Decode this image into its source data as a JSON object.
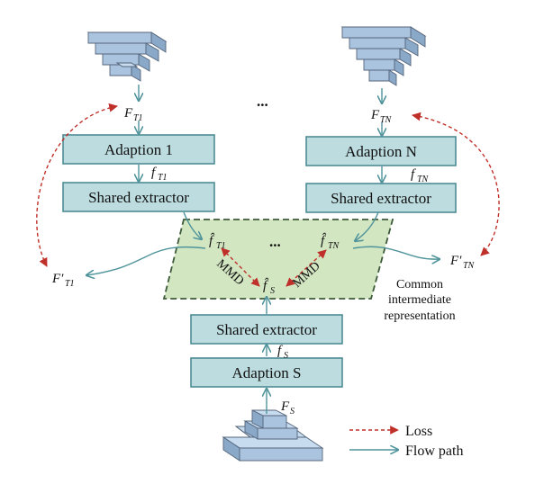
{
  "nodes": {
    "adaption_1": "Adaption 1",
    "adaption_n": "Adaption N",
    "shared_extractor_1": "Shared extractor",
    "shared_extractor_n": "Shared extractor",
    "shared_extractor_s": "Shared extractor",
    "adaption_s": "Adaption S"
  },
  "symbols": {
    "F_T1": "F",
    "F_T1_sub": "T1",
    "F_TN": "F",
    "F_TN_sub": "TN",
    "f_T1": "f",
    "f_T1_sub": "T1",
    "f_TN": "f",
    "f_TN_sub": "TN",
    "fhat_T1": "f̂",
    "fhat_T1_sub": "T1",
    "fhat_TN": "f̂",
    "fhat_TN_sub": "TN",
    "fhat_S": "f̂",
    "fhat_S_sub": "S",
    "f_S": "f",
    "f_S_sub": "S",
    "F_S": "F",
    "F_S_sub": "S",
    "Fp_T1": "F′",
    "Fp_T1_sub": "T1",
    "Fp_TN": "F′",
    "Fp_TN_sub": "TN"
  },
  "ellipsis_top": "...",
  "ellipsis_mid": "...",
  "mmd_left": "MMD",
  "mmd_right": "MMD",
  "region_label": [
    "Common",
    "intermediate",
    "representation"
  ],
  "legend": {
    "loss": "Loss",
    "flow": "Flow path"
  },
  "colors": {
    "box_fill": "#bcdcdf",
    "region_fill": "#d3e6c2",
    "flow": "#4f949b",
    "loss": "#c0302a"
  }
}
